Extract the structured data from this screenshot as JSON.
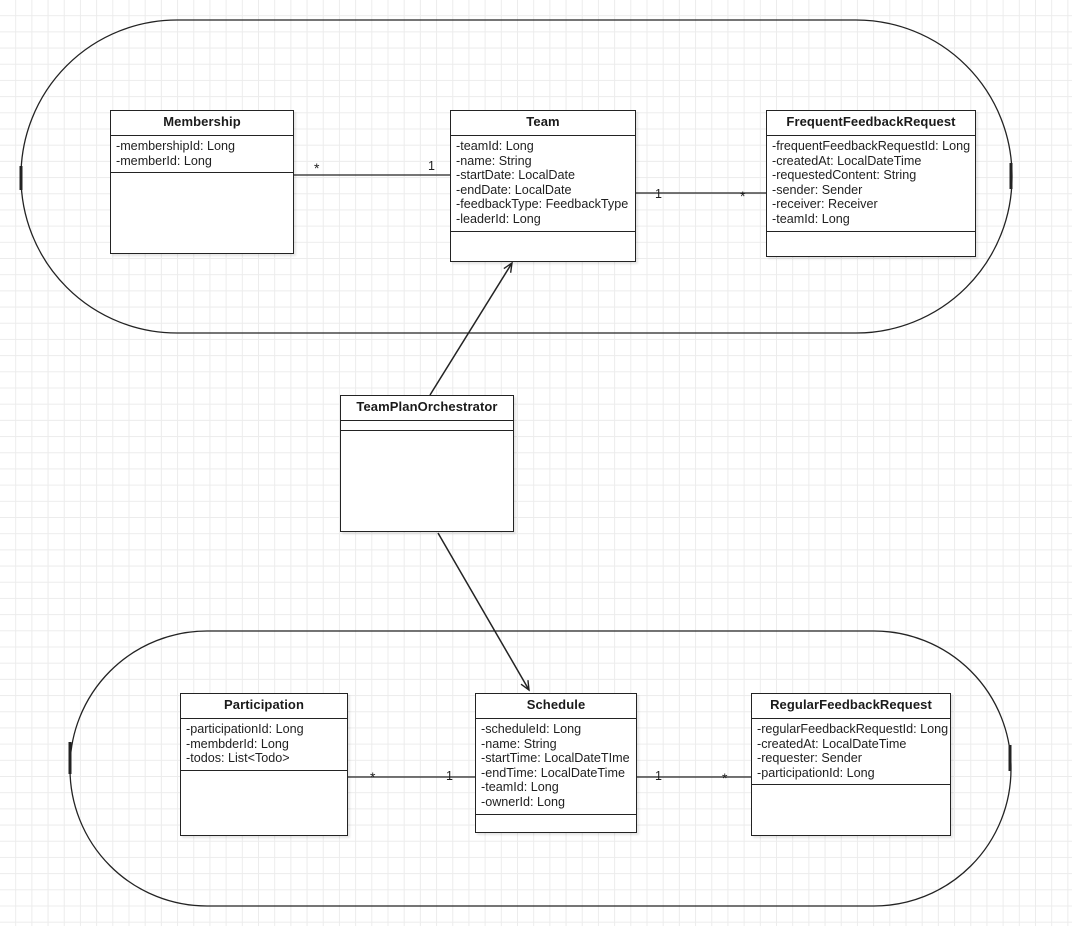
{
  "diagram": {
    "type": "uml-class-diagram",
    "background": "grid",
    "line_color": "#232323",
    "grid_color": "#ececec"
  },
  "containers": [
    {
      "name": "top-package-boundary",
      "shape": "rounded-rectangle"
    },
    {
      "name": "bottom-package-boundary",
      "shape": "rounded-rectangle"
    }
  ],
  "classes": {
    "membership": {
      "title": "Membership",
      "attributes": [
        "-membershipId: Long",
        "-memberId: Long"
      ],
      "methods": []
    },
    "team": {
      "title": "Team",
      "attributes": [
        "-teamId: Long",
        "-name: String",
        "-startDate: LocalDate",
        "-endDate: LocalDate",
        "-feedbackType: FeedbackType",
        "-leaderId: Long"
      ],
      "methods": []
    },
    "frequent_feedback_request": {
      "title": "FrequentFeedbackRequest",
      "attributes": [
        "-frequentFeedbackRequestId: Long",
        "-createdAt: LocalDateTime",
        "-requestedContent: String",
        "-sender: Sender",
        "-receiver: Receiver",
        "-teamId: Long"
      ],
      "methods": []
    },
    "team_plan_orchestrator": {
      "title": "TeamPlanOrchestrator",
      "attributes": [],
      "methods": []
    },
    "participation": {
      "title": "Participation",
      "attributes": [
        "-participationId: Long",
        "-membderId: Long",
        "-todos: List<Todo>"
      ],
      "methods": []
    },
    "schedule": {
      "title": "Schedule",
      "attributes": [
        "-scheduleId: Long",
        "-name: String",
        "-startTime: LocalDateTIme",
        "-endTime: LocalDateTime",
        "-teamId: Long",
        "-ownerId: Long"
      ],
      "methods": []
    },
    "regular_feedback_request": {
      "title": "RegularFeedbackRequest",
      "attributes": [
        "-regularFeedbackRequestId: Long",
        "-createdAt: LocalDateTime",
        "-requester: Sender",
        "-participationId: Long"
      ],
      "methods": []
    }
  },
  "relations": [
    {
      "name": "membership-team",
      "from": "membership",
      "to": "team",
      "from_multiplicity": "*",
      "to_multiplicity": "1",
      "style": "plain-line"
    },
    {
      "name": "team-frequentfeedbackrequest",
      "from": "team",
      "to": "frequent_feedback_request",
      "from_multiplicity": "1",
      "to_multiplicity": "*",
      "style": "plain-line"
    },
    {
      "name": "orchestrator-team",
      "from": "team_plan_orchestrator",
      "to": "team",
      "from_multiplicity": "",
      "to_multiplicity": "",
      "style": "open-arrow"
    },
    {
      "name": "orchestrator-schedule",
      "from": "team_plan_orchestrator",
      "to": "schedule",
      "from_multiplicity": "",
      "to_multiplicity": "",
      "style": "open-arrow"
    },
    {
      "name": "participation-schedule",
      "from": "participation",
      "to": "schedule",
      "from_multiplicity": "*",
      "to_multiplicity": "1",
      "style": "plain-line"
    },
    {
      "name": "schedule-regularfeedbackrequest",
      "from": "schedule",
      "to": "regular_feedback_request",
      "from_multiplicity": "1",
      "to_multiplicity": "*",
      "style": "plain-line"
    }
  ],
  "multiplicity_labels": {
    "membership_side": "*",
    "team_left_side": "1",
    "team_right_side": "1",
    "frequent_side": "*",
    "participation_side": "*",
    "schedule_left_side": "1",
    "schedule_right_side": "1",
    "regular_side": "*"
  }
}
